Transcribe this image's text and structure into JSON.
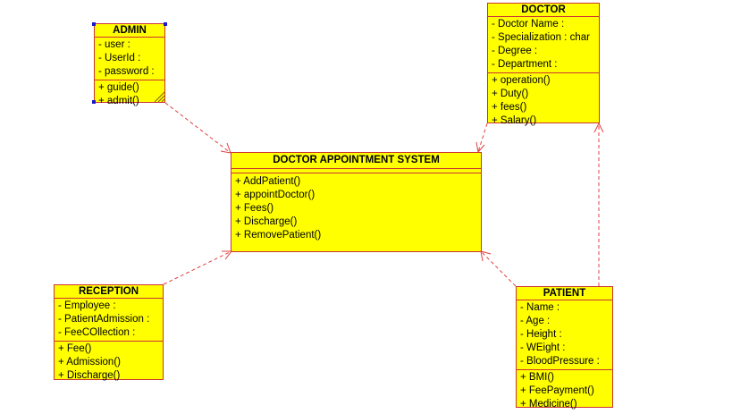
{
  "colors": {
    "class_fill": "#ffff00",
    "class_border": "#cc3333",
    "arrow": "#e04040",
    "selection_handle": "#1a1acc"
  },
  "classes": {
    "admin": {
      "name": "ADMIN",
      "attributes": [
        "- user :",
        "- UserId :",
        "- password :"
      ],
      "operations": [
        "+ guide()",
        "+ admit()"
      ]
    },
    "system": {
      "name": "DOCTOR APPOINTMENT SYSTEM",
      "attributes": [],
      "operations": [
        "+ AddPatient()",
        "+ appointDoctor()",
        "+ Fees()",
        "+ Discharge()",
        "+ RemovePatient()"
      ]
    },
    "doctor": {
      "name": "DOCTOR",
      "attributes": [
        "- Doctor Name :",
        "- Specialization : char",
        "- Degree :",
        "- Department :"
      ],
      "operations": [
        "+ operation()",
        "+ Duty()",
        "+ fees()",
        "+ Salary()"
      ]
    },
    "reception": {
      "name": "RECEPTION",
      "attributes": [
        "- Employee :",
        "- PatientAdmission :",
        "- FeeCOllection :"
      ],
      "operations": [
        "+ Fee()",
        "+ Admission()",
        "+ Discharge()"
      ]
    },
    "patient": {
      "name": "PATIENT",
      "attributes": [
        "- Name :",
        "- Age :",
        "- Height :",
        "- WEight :",
        "- BloodPressure :"
      ],
      "operations": [
        "+ BMI()",
        "+ FeePayment()",
        "+ Medicine()"
      ]
    }
  }
}
